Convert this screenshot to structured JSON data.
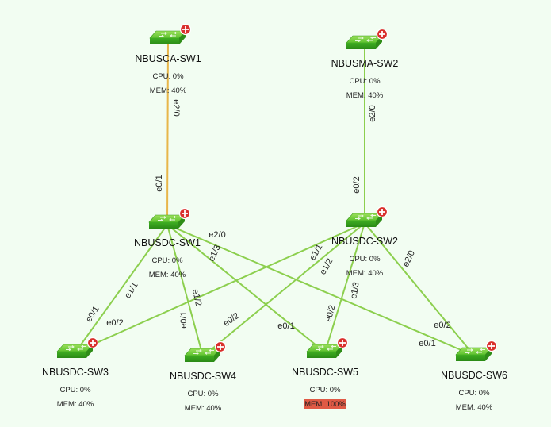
{
  "nodes": [
    {
      "id": "NBUSCA-SW1",
      "name": "NBUSCA-SW1",
      "cpu": "CPU: 0%",
      "mem": "MEM: 40%",
      "mem_alert": false
    },
    {
      "id": "NBUSMA-SW2",
      "name": "NBUSMA-SW2",
      "cpu": "CPU: 0%",
      "mem": "MEM: 40%",
      "mem_alert": false
    },
    {
      "id": "NBUSDC-SW1",
      "name": "NBUSDC-SW1",
      "cpu": "CPU: 0%",
      "mem": "MEM: 40%",
      "mem_alert": false
    },
    {
      "id": "NBUSDC-SW2",
      "name": "NBUSDC-SW2",
      "cpu": "CPU: 0%",
      "mem": "MEM: 40%",
      "mem_alert": false
    },
    {
      "id": "NBUSDC-SW3",
      "name": "NBUSDC-SW3",
      "cpu": "CPU: 0%",
      "mem": "MEM: 40%",
      "mem_alert": false
    },
    {
      "id": "NBUSDC-SW4",
      "name": "NBUSDC-SW4",
      "cpu": "CPU: 0%",
      "mem": "MEM: 40%",
      "mem_alert": false
    },
    {
      "id": "NBUSDC-SW5",
      "name": "NBUSDC-SW5",
      "cpu": "CPU: 0%",
      "mem": "MEM: 100%",
      "mem_alert": true
    },
    {
      "id": "NBUSDC-SW6",
      "name": "NBUSDC-SW6",
      "cpu": "CPU: 0%",
      "mem": "MEM: 40%",
      "mem_alert": false
    }
  ],
  "links": [
    {
      "from": "NBUSCA-SW1",
      "to": "NBUSDC-SW1",
      "from_port": "e2/0",
      "to_port": "e0/1",
      "status": "warning"
    },
    {
      "from": "NBUSMA-SW2",
      "to": "NBUSDC-SW2",
      "from_port": "e2/0",
      "to_port": "e0/2",
      "status": "up"
    },
    {
      "from": "NBUSDC-SW1",
      "to": "NBUSDC-SW3",
      "from_port": "e1/1",
      "to_port": "e0/1",
      "status": "up"
    },
    {
      "from": "NBUSDC-SW1",
      "to": "NBUSDC-SW4",
      "from_port": "e1/2",
      "to_port": "e0/1",
      "status": "up"
    },
    {
      "from": "NBUSDC-SW1",
      "to": "NBUSDC-SW5",
      "from_port": "e1/3",
      "to_port": "e0/1",
      "status": "up"
    },
    {
      "from": "NBUSDC-SW1",
      "to": "NBUSDC-SW6",
      "from_port": "e2/0",
      "to_port": "e0/1",
      "status": "up"
    },
    {
      "from": "NBUSDC-SW2",
      "to": "NBUSDC-SW3",
      "from_port": "e1/1",
      "to_port": "e0/2",
      "status": "up"
    },
    {
      "from": "NBUSDC-SW2",
      "to": "NBUSDC-SW4",
      "from_port": "e1/2",
      "to_port": "e0/2",
      "status": "up"
    },
    {
      "from": "NBUSDC-SW2",
      "to": "NBUSDC-SW5",
      "from_port": "e1/3",
      "to_port": "e0/2",
      "status": "up"
    },
    {
      "from": "NBUSDC-SW2",
      "to": "NBUSDC-SW6",
      "from_port": "e2/0",
      "to_port": "e0/2",
      "status": "up"
    }
  ],
  "colors": {
    "background": "#f2fdf2",
    "link_up": "#8ccf4e",
    "link_warning": "#e8b64a",
    "switch_body": "#4dbb2a",
    "badge": "#d9302c",
    "mem_alert_bg": "#e05a45"
  },
  "icons": {
    "switch": "network-switch-icon",
    "badge": "alert-plus-icon"
  }
}
